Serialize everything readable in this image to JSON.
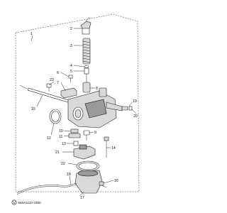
{
  "callouts": {
    "c1": "1",
    "c2": "2",
    "c3": "3",
    "c4": "4",
    "c5": "5",
    "c6": "6",
    "c7": "7",
    "c8": "8",
    "c9": "9",
    "c10": "10",
    "c11": "11",
    "c12": "12",
    "c13": "13",
    "c14": "14",
    "c15": "15",
    "c16": "16",
    "c17": "17",
    "c18": "18",
    "c19": "19",
    "c20": "20",
    "c21": "21",
    "c22": "22",
    "c23": "23"
  },
  "diagram_code": "BWA1110-3380"
}
